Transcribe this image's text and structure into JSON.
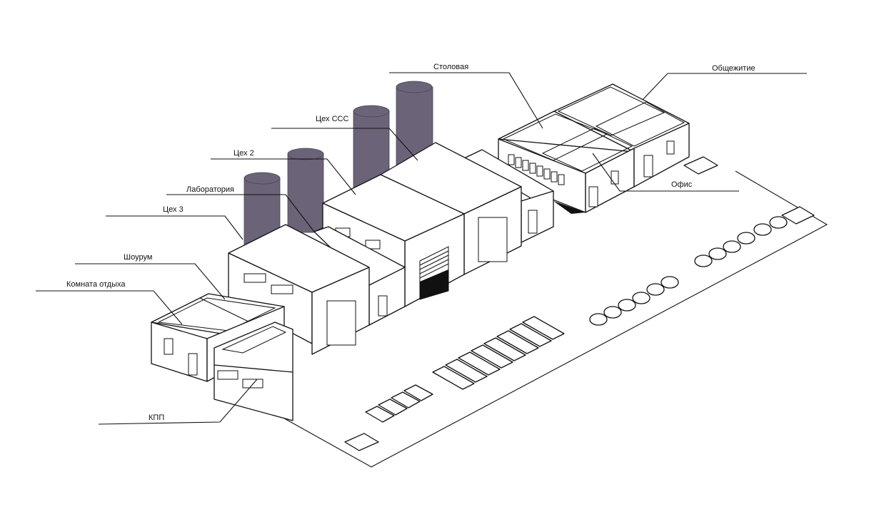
{
  "labels": {
    "stolovaya": "Столовая",
    "obshchezhitie": "Общежитие",
    "tsekh_sss": "Цех ССС",
    "tsekh2": "Цех 2",
    "laboratoriya": "Лаборатория",
    "tsekh3": "Цех 3",
    "shourum": "Шоурум",
    "komnata_otdykha": "Комната отдыха",
    "ofis": "Офис",
    "kpp": "КПП"
  },
  "colors": {
    "silo": "#6b6478",
    "line": "#111111",
    "background": "#ffffff"
  }
}
